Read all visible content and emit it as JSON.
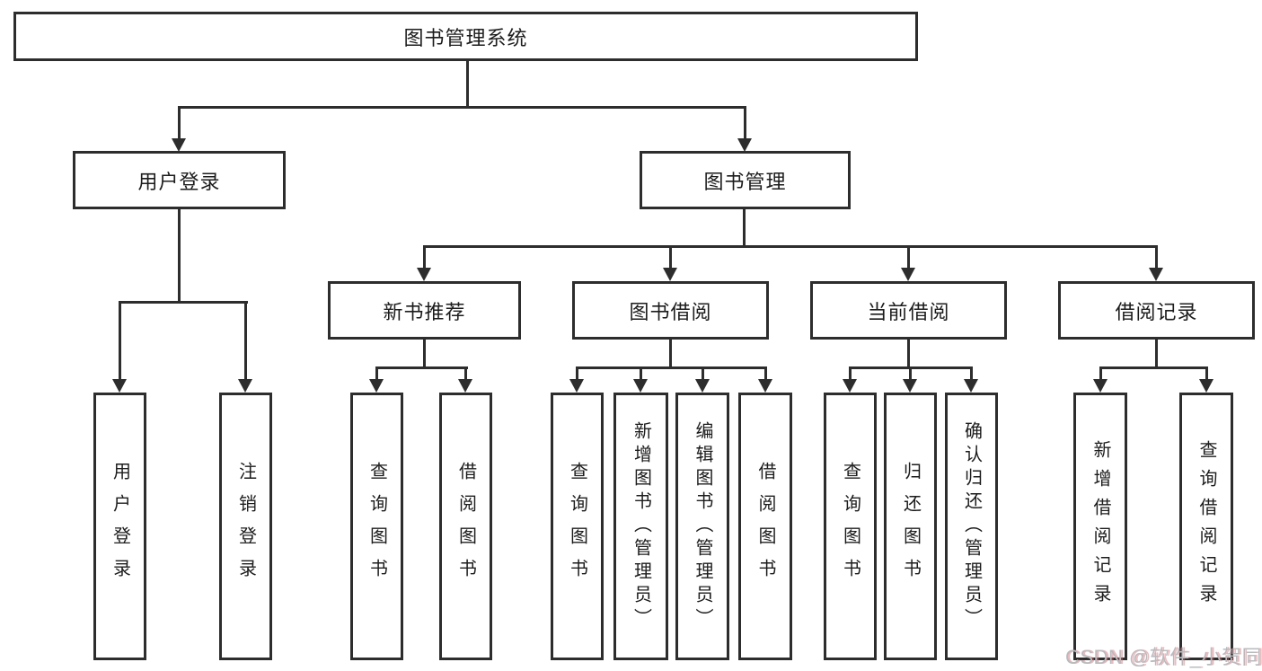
{
  "diagram": {
    "root": {
      "label": "图书管理系统"
    },
    "level2": [
      {
        "label": "用户登录"
      },
      {
        "label": "图书管理"
      }
    ],
    "level3": [
      {
        "label": "新书推荐"
      },
      {
        "label": "图书借阅"
      },
      {
        "label": "当前借阅"
      },
      {
        "label": "借阅记录"
      }
    ],
    "leaves": {
      "login": [
        "用户登录",
        "注销登录"
      ],
      "recommend": [
        "查询图书",
        "借阅图书"
      ],
      "borrow": [
        "查询图书",
        "新增图书（管理员）",
        "编辑图书（管理员）",
        "借阅图书"
      ],
      "current": [
        "查询图书",
        "归还图书",
        "确认归还（管理员）"
      ],
      "records": [
        "新增借阅记录",
        "查询借阅记录"
      ]
    }
  },
  "watermark": {
    "text": "CSDN @软件_小贺同学"
  },
  "colors": {
    "line": "#2d2d2d",
    "text": "#1c1c1c",
    "background": "#ffffff",
    "watermark": "#b7bbbe"
  }
}
